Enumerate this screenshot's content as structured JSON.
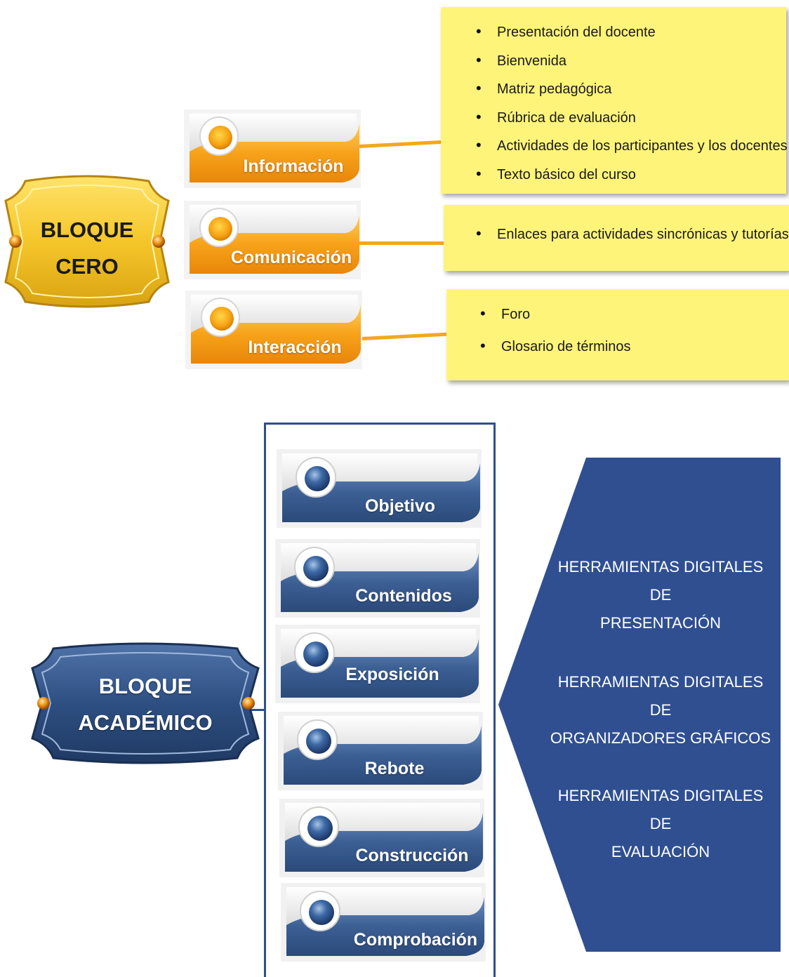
{
  "bloque_cero": {
    "title_line1": "BLOQUE",
    "title_line2": "CERO",
    "tabs": [
      {
        "label": "Información"
      },
      {
        "label": "Comunicación"
      },
      {
        "label": "Interacción"
      }
    ],
    "notes": {
      "informacion": [
        "Presentación del docente",
        "Bienvenida",
        "Matriz pedagógica",
        "Rúbrica de evaluación",
        "Actividades de los participantes y los docentes",
        "Texto básico del curso"
      ],
      "comunicacion": [
        "Enlaces para actividades sincrónicas y tutorías"
      ],
      "interaccion": [
        "Foro",
        "Glosario de términos"
      ]
    }
  },
  "bloque_academico": {
    "title_line1": "BLOQUE",
    "title_line2": "ACADÉMICO",
    "tabs": [
      {
        "label": "Objetivo"
      },
      {
        "label": "Contenidos"
      },
      {
        "label": "Exposición"
      },
      {
        "label": "Rebote"
      },
      {
        "label": "Construcción"
      },
      {
        "label": "Comprobación"
      }
    ],
    "tools": [
      {
        "line1": "HERRAMIENTAS DIGITALES DE",
        "line2": "PRESENTACIÓN"
      },
      {
        "line1": "HERRAMIENTAS DIGITALES DE",
        "line2": "ORGANIZADORES GRÁFICOS"
      },
      {
        "line1": "HERRAMIENTAS DIGITALES DE",
        "line2": "EVALUACIÓN"
      }
    ]
  },
  "colors": {
    "orange": "#f59a0c",
    "navy": "#2f4f91",
    "note_yellow": "#fff47a",
    "gold": "#f2c531"
  }
}
